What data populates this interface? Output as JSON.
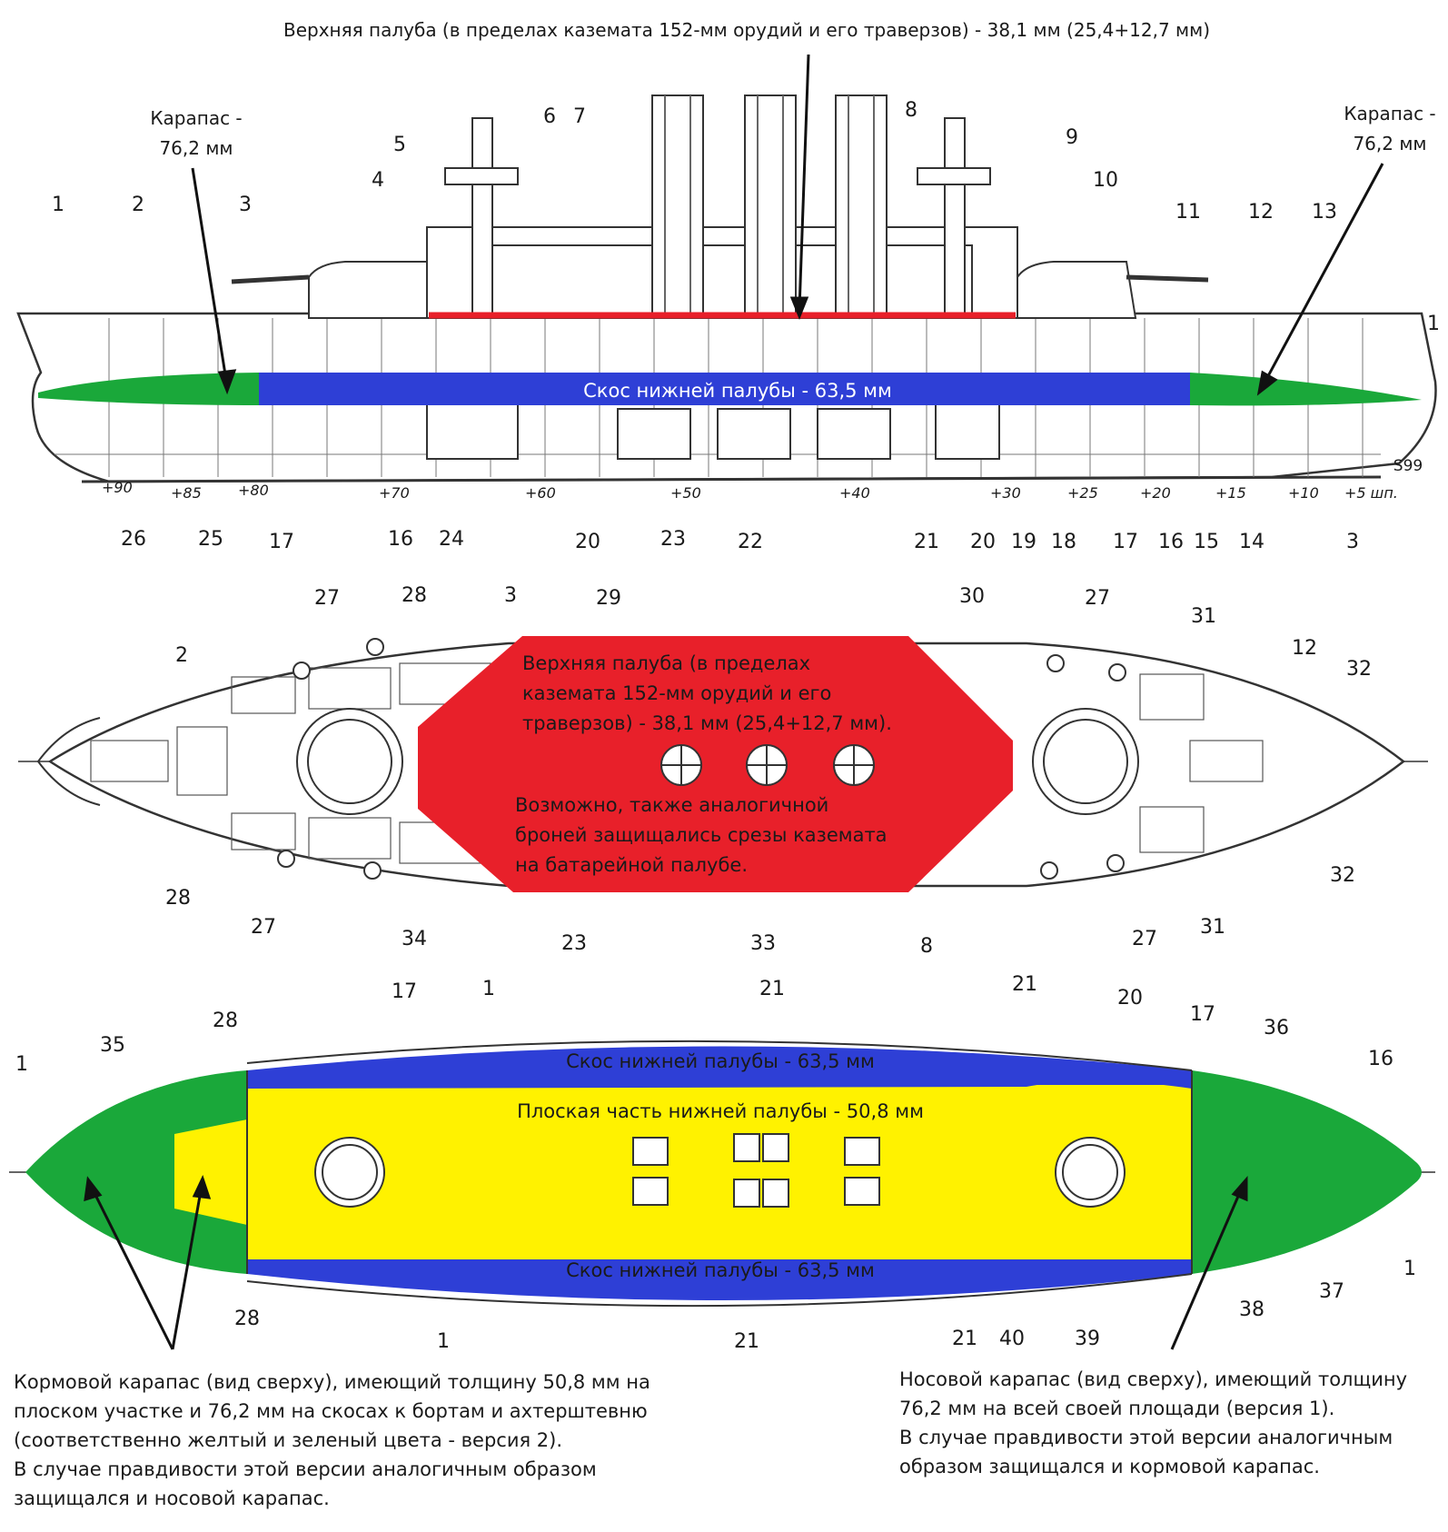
{
  "side_view": {
    "upper_deck_note": "Верхняя палуба (в пределах каземата 152-мм орудий и его траверзов) - 38,1 мм (25,4+12,7 мм)",
    "carapace_left": [
      "Карапас -",
      "76,2 мм"
    ],
    "carapace_right": [
      "Карапас -",
      "76,2 мм"
    ],
    "slope_label": "Скос нижней палубы - 63,5 мм",
    "top_numbers": [
      "1",
      "2",
      "3",
      "4",
      "5",
      "6",
      "7",
      "8",
      "9",
      "10",
      "11",
      "12",
      "13",
      "1"
    ],
    "bottom_numbers": [
      "26",
      "25",
      "17",
      "16",
      "24",
      "20",
      "23",
      "22",
      "21",
      "20",
      "19",
      "18",
      "17",
      "16",
      "15",
      "14",
      "3"
    ],
    "frame_marks": [
      "+90",
      "+85",
      "+80",
      "+70",
      "+60",
      "+50",
      "+40",
      "+30",
      "+25",
      "+20",
      "+15",
      "+10",
      "+5 шп."
    ],
    "signature": "S99"
  },
  "deck_plan": {
    "casemate_text": [
      "Верхняя палуба (в пределах",
      "каземата 152-мм орудий и его",
      "траверзов) - 38,1 мм (25,4+12,7 мм)."
    ],
    "casemate_note": [
      "Возможно, также аналогичной",
      "броней защищались срезы каземата",
      "на батарейной палубе."
    ],
    "numbers_top": [
      "27",
      "28",
      "3",
      "29",
      "30",
      "27",
      "31",
      "12",
      "32"
    ],
    "numbers_bottom": [
      "2",
      "28",
      "27",
      "34",
      "23",
      "33",
      "8",
      "27",
      "31",
      "32"
    ]
  },
  "lower_deck": {
    "slope_top": "Скос нижней палубы - 63,5 мм",
    "flat_label": "Плоская часть нижней палубы - 50,8 мм",
    "slope_bottom": "Скос нижней палубы - 63,5 мм",
    "numbers_top": [
      "1",
      "35",
      "28",
      "17",
      "1",
      "21",
      "21",
      "20",
      "17",
      "36",
      "16"
    ],
    "numbers_bottom": [
      "28",
      "1",
      "21",
      "21",
      "40",
      "39",
      "38",
      "37",
      "1"
    ]
  },
  "notes": {
    "stern": [
      "Кормовой карапас (вид сверху), имеющий толщину 50,8 мм на",
      "плоском участке и 76,2 мм на скосах к бортам и ахтерштевню",
      "(соответственно желтый и зеленый цвета - версия 2).",
      "В случае правдивости этой версии аналогичным образом",
      "защищался и носовой карапас."
    ],
    "bow": [
      "Носовой карапас (вид сверху), имеющий толщину",
      "76,2 мм на всей своей площади (версия 1).",
      "В случае правдивости этой версии аналогичным",
      "образом защищался и кормовой карапас."
    ]
  },
  "colors": {
    "slope": "#2e3fd6",
    "carapace": "#1aa83a",
    "flat_deck": "#fff200",
    "upper_deck": "#e8202a"
  }
}
